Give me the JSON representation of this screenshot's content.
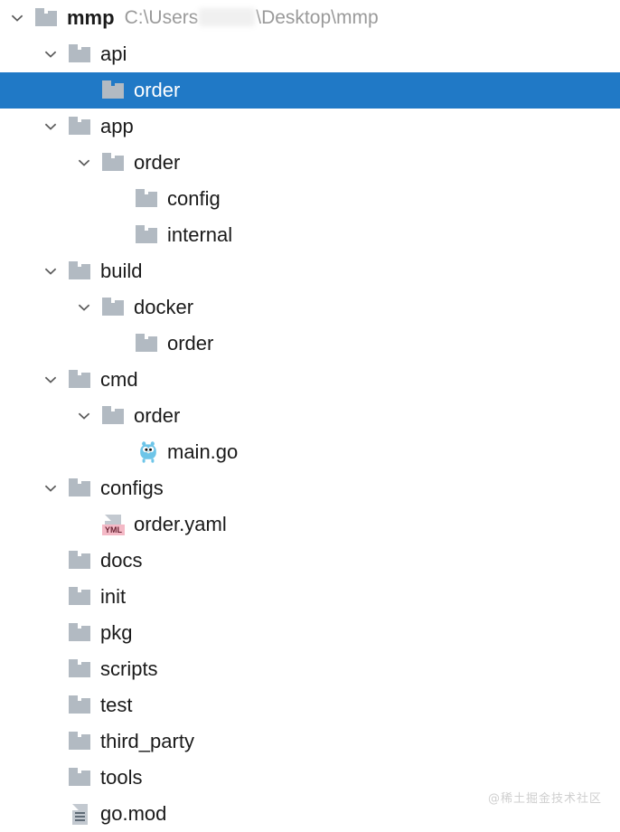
{
  "app": {
    "background_color": "#ffffff",
    "selection_color": "#2079c6",
    "folder_icon_color": "#b2bac2",
    "text_color": "#1a1a1a",
    "path_text_color": "#9a9a9a"
  },
  "header": {
    "root_label": "mmp",
    "path_prefix": "C:\\Users",
    "path_suffix": "\\Desktop\\mmp"
  },
  "watermark": {
    "text": "@稀土掘金技术社区"
  },
  "tree": {
    "rows": [
      {
        "label": "mmp",
        "depth": 0,
        "icon": "folder-icon",
        "twisty": "chevron-down-icon",
        "selected": false,
        "bold": true,
        "has_path": true
      },
      {
        "label": "api",
        "depth": 1,
        "icon": "folder-icon",
        "twisty": "chevron-down-icon",
        "selected": false,
        "bold": false,
        "has_path": false
      },
      {
        "label": "order",
        "depth": 2,
        "icon": "folder-icon",
        "twisty": "none",
        "selected": true,
        "bold": false,
        "has_path": false
      },
      {
        "label": "app",
        "depth": 1,
        "icon": "folder-icon",
        "twisty": "chevron-down-icon",
        "selected": false,
        "bold": false,
        "has_path": false
      },
      {
        "label": "order",
        "depth": 2,
        "icon": "folder-icon",
        "twisty": "chevron-down-icon",
        "selected": false,
        "bold": false,
        "has_path": false
      },
      {
        "label": "config",
        "depth": 3,
        "icon": "folder-icon",
        "twisty": "none",
        "selected": false,
        "bold": false,
        "has_path": false
      },
      {
        "label": "internal",
        "depth": 3,
        "icon": "folder-icon",
        "twisty": "none",
        "selected": false,
        "bold": false,
        "has_path": false
      },
      {
        "label": "build",
        "depth": 1,
        "icon": "folder-icon",
        "twisty": "chevron-down-icon",
        "selected": false,
        "bold": false,
        "has_path": false
      },
      {
        "label": "docker",
        "depth": 2,
        "icon": "folder-icon",
        "twisty": "chevron-down-icon",
        "selected": false,
        "bold": false,
        "has_path": false
      },
      {
        "label": "order",
        "depth": 3,
        "icon": "folder-icon",
        "twisty": "none",
        "selected": false,
        "bold": false,
        "has_path": false
      },
      {
        "label": "cmd",
        "depth": 1,
        "icon": "folder-icon",
        "twisty": "chevron-down-icon",
        "selected": false,
        "bold": false,
        "has_path": false
      },
      {
        "label": "order",
        "depth": 2,
        "icon": "folder-icon",
        "twisty": "chevron-down-icon",
        "selected": false,
        "bold": false,
        "has_path": false
      },
      {
        "label": "main.go",
        "depth": 3,
        "icon": "go-file-icon",
        "twisty": "none",
        "selected": false,
        "bold": false,
        "has_path": false
      },
      {
        "label": "configs",
        "depth": 1,
        "icon": "folder-icon",
        "twisty": "chevron-down-icon",
        "selected": false,
        "bold": false,
        "has_path": false
      },
      {
        "label": "order.yaml",
        "depth": 2,
        "icon": "yaml-file-icon",
        "twisty": "none",
        "selected": false,
        "bold": false,
        "has_path": false
      },
      {
        "label": "docs",
        "depth": 1,
        "icon": "folder-icon",
        "twisty": "none",
        "selected": false,
        "bold": false,
        "has_path": false
      },
      {
        "label": "init",
        "depth": 1,
        "icon": "folder-icon",
        "twisty": "none",
        "selected": false,
        "bold": false,
        "has_path": false
      },
      {
        "label": "pkg",
        "depth": 1,
        "icon": "folder-icon",
        "twisty": "none",
        "selected": false,
        "bold": false,
        "has_path": false
      },
      {
        "label": "scripts",
        "depth": 1,
        "icon": "folder-icon",
        "twisty": "none",
        "selected": false,
        "bold": false,
        "has_path": false
      },
      {
        "label": "test",
        "depth": 1,
        "icon": "folder-icon",
        "twisty": "none",
        "selected": false,
        "bold": false,
        "has_path": false
      },
      {
        "label": "third_party",
        "depth": 1,
        "icon": "folder-icon",
        "twisty": "none",
        "selected": false,
        "bold": false,
        "has_path": false
      },
      {
        "label": "tools",
        "depth": 1,
        "icon": "folder-icon",
        "twisty": "none",
        "selected": false,
        "bold": false,
        "has_path": false
      },
      {
        "label": "go.mod",
        "depth": 1,
        "icon": "document-icon",
        "twisty": "none",
        "selected": false,
        "bold": false,
        "has_path": false
      }
    ]
  },
  "icons": {
    "yaml_badge_text": "YML"
  }
}
